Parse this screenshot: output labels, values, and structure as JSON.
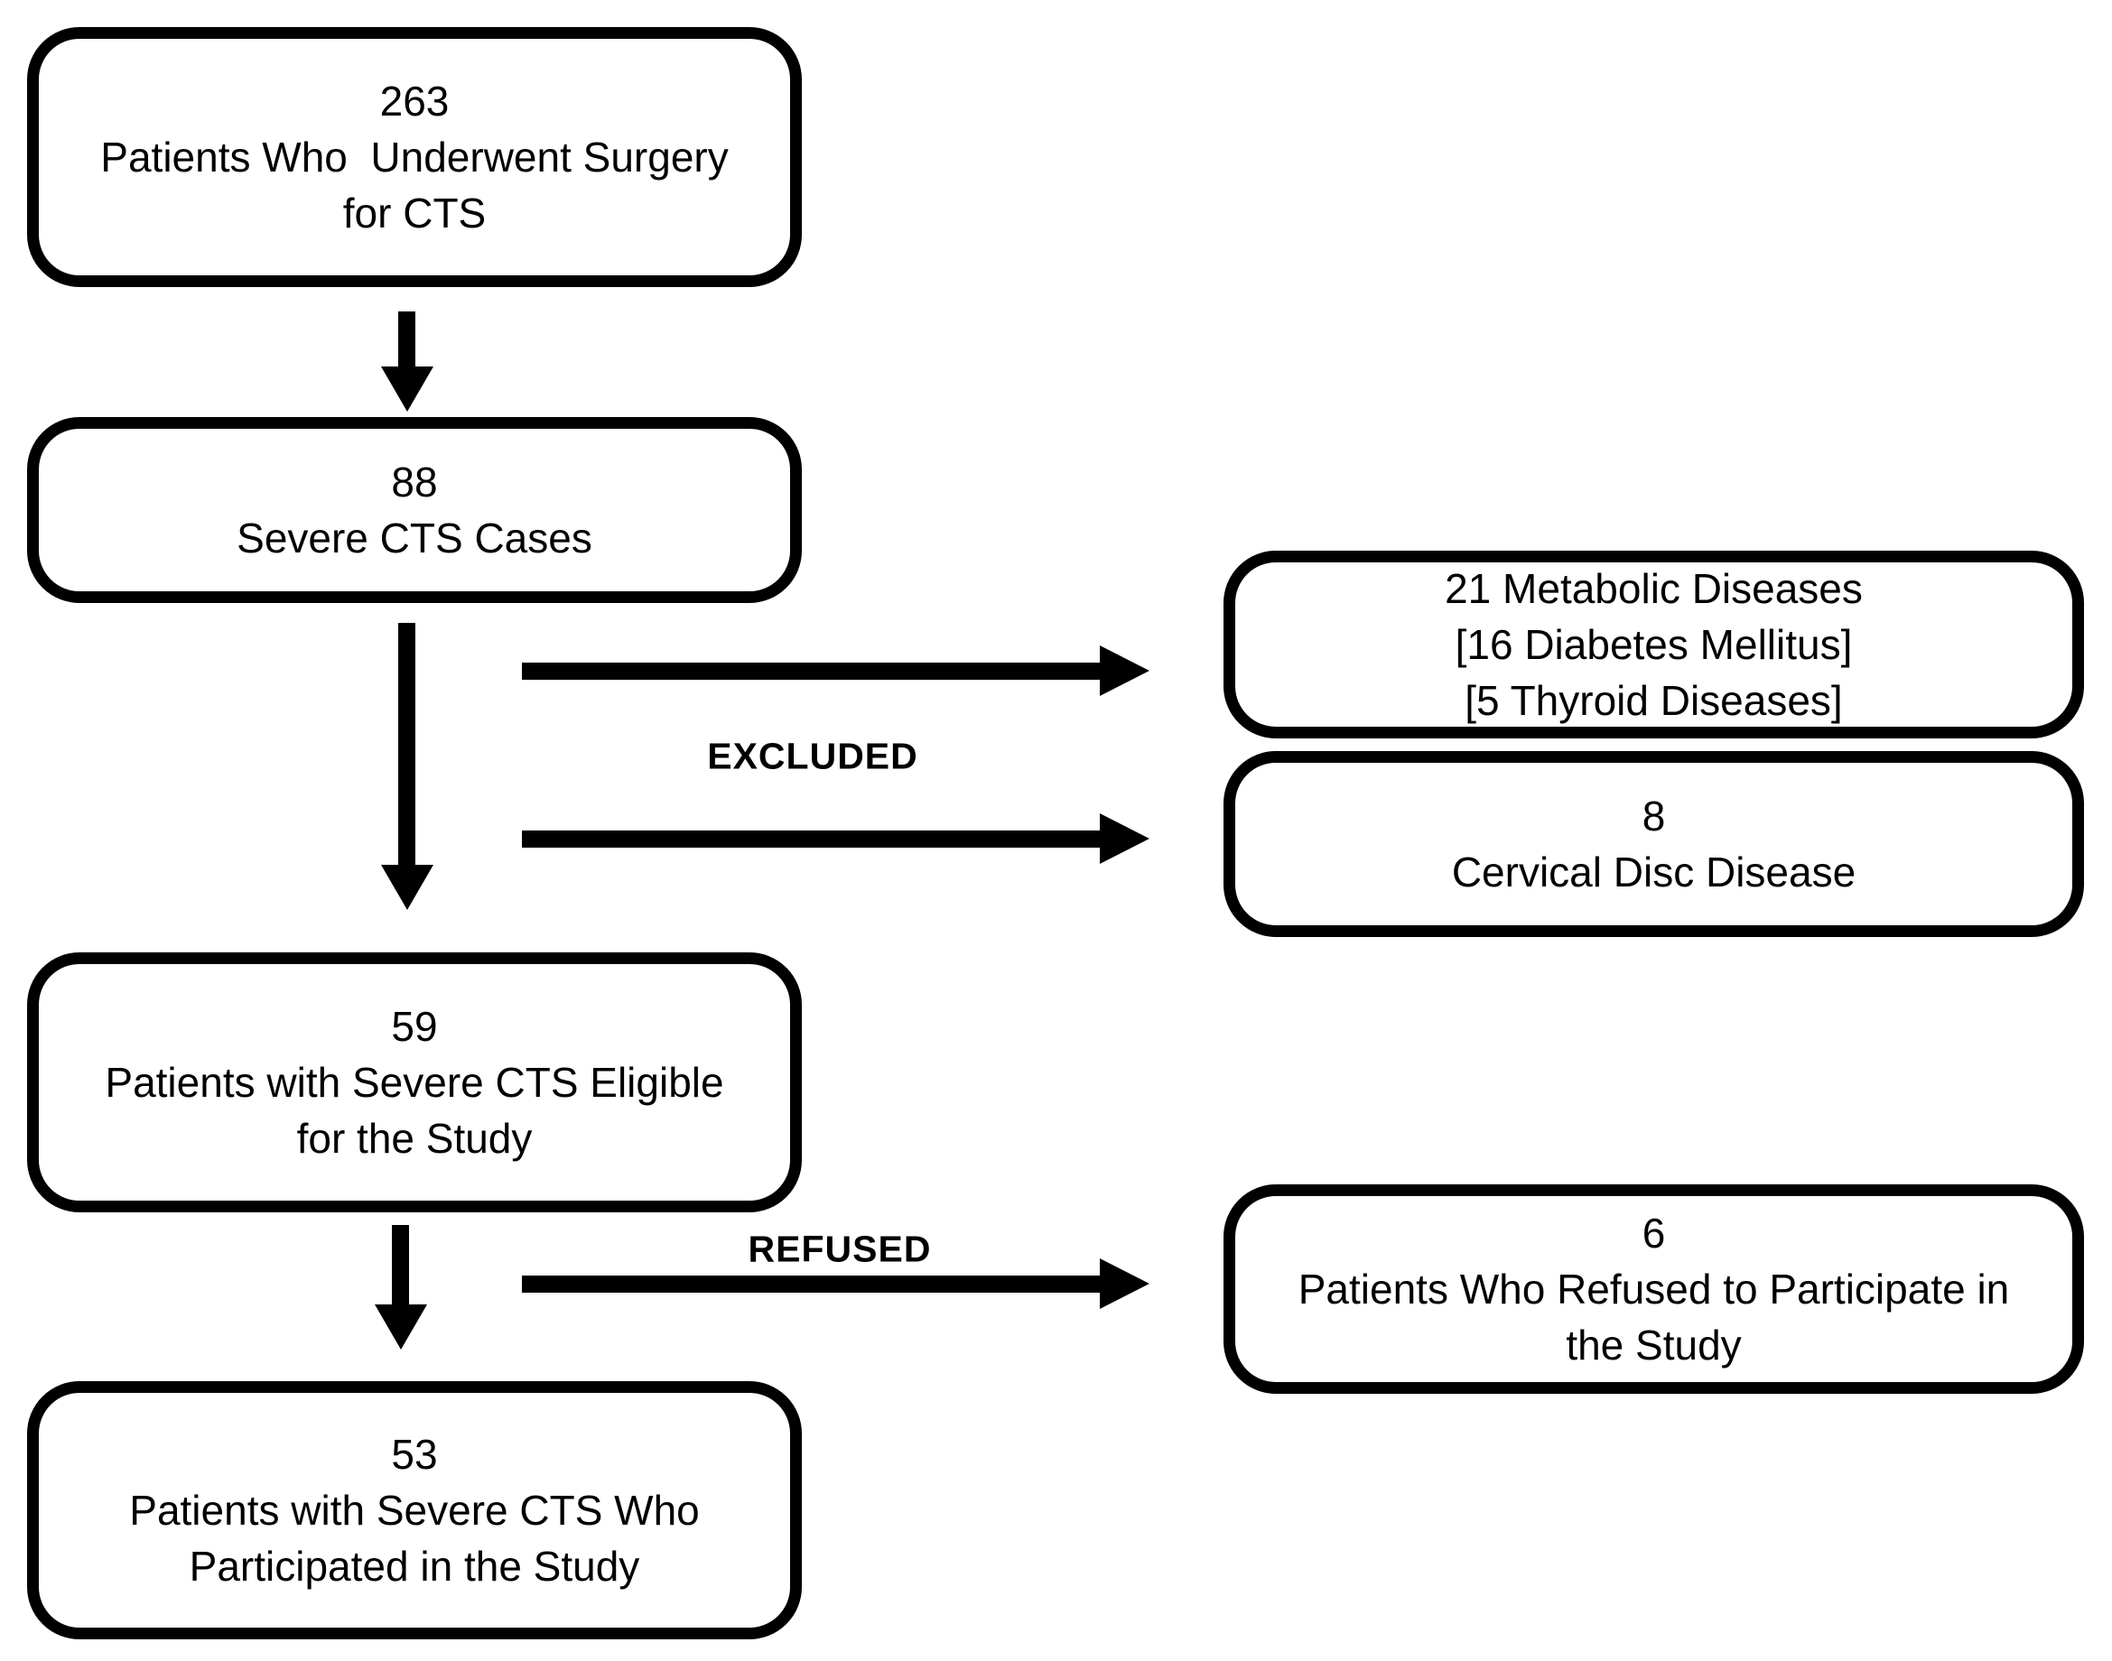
{
  "diagram": {
    "background": "#ffffff",
    "stroke_color": "#000000",
    "text_color": "#000000"
  },
  "boxes": {
    "surgery": {
      "count": "263",
      "line1": "Patients Who  Underwent Surgery",
      "line2": "for CTS"
    },
    "severe": {
      "count": "88",
      "line1": "Severe CTS Cases"
    },
    "metabolic": {
      "line1": "21 Metabolic Diseases",
      "line2": "[16 Diabetes Mellitus]",
      "line3": "[5 Thyroid Diseases]"
    },
    "cervical": {
      "count": "8",
      "line1": "Cervical Disc Disease"
    },
    "eligible": {
      "count": "59",
      "line1": "Patients with Severe CTS Eligible",
      "line2": "for the Study"
    },
    "refused": {
      "count": "6",
      "line1": "Patients Who Refused to Participate in",
      "line2": "the Study"
    },
    "participated": {
      "count": "53",
      "line1": "Patients with Severe CTS Who",
      "line2": "Participated in the Study"
    }
  },
  "edge_labels": {
    "excluded": "EXCLUDED",
    "refused": "REFUSED"
  }
}
